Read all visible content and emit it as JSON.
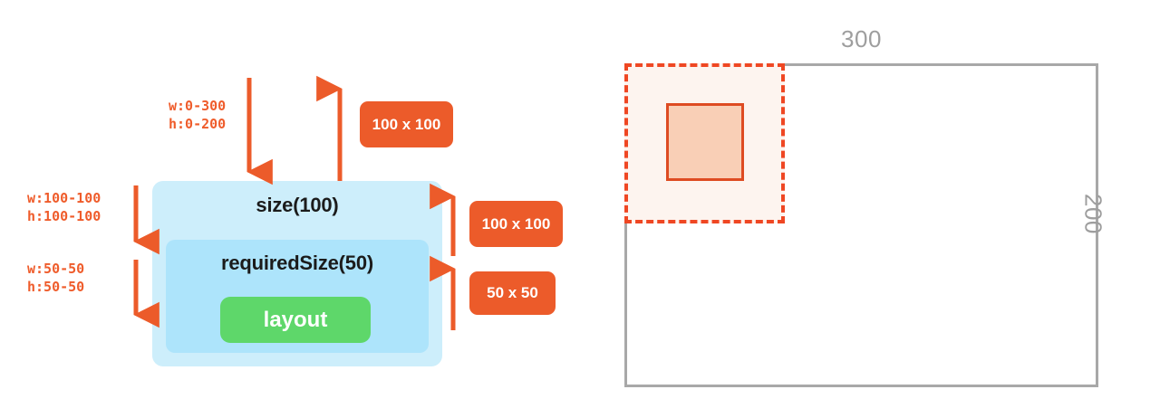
{
  "diagram": {
    "left_panel": {
      "outer_box_label": "size(100)",
      "inner_box_label": "requiredSize(50)",
      "layout_button_label": "layout",
      "constraints": {
        "incoming": "w:0-300\nh:0-200",
        "to_required_size": "w:100-100\nh:100-100",
        "to_layout": "w:50-50\nh:50-50"
      },
      "measured_sizes": {
        "reported_out": "100 x 100",
        "size_result": "100 x 100",
        "required_size_result": "50 x 50"
      },
      "colors": {
        "outer_box": "#cdeefb",
        "inner_box": "#ade4fb",
        "layout_button": "#5ed76a",
        "arrow": "#ec5b2a",
        "badge": "#ec5b2a",
        "annotation_text": "#ef5c2b"
      }
    },
    "right_panel": {
      "width_label": "300",
      "height_label": "200",
      "colors": {
        "viewport_border": "#a8a8a8",
        "dashed_border": "#ef4723",
        "dashed_fill": "#fdf4ef",
        "inner_border": "#de4b22",
        "inner_fill": "#f9cfb6",
        "dimension_text": "#9e9e9e"
      }
    }
  }
}
